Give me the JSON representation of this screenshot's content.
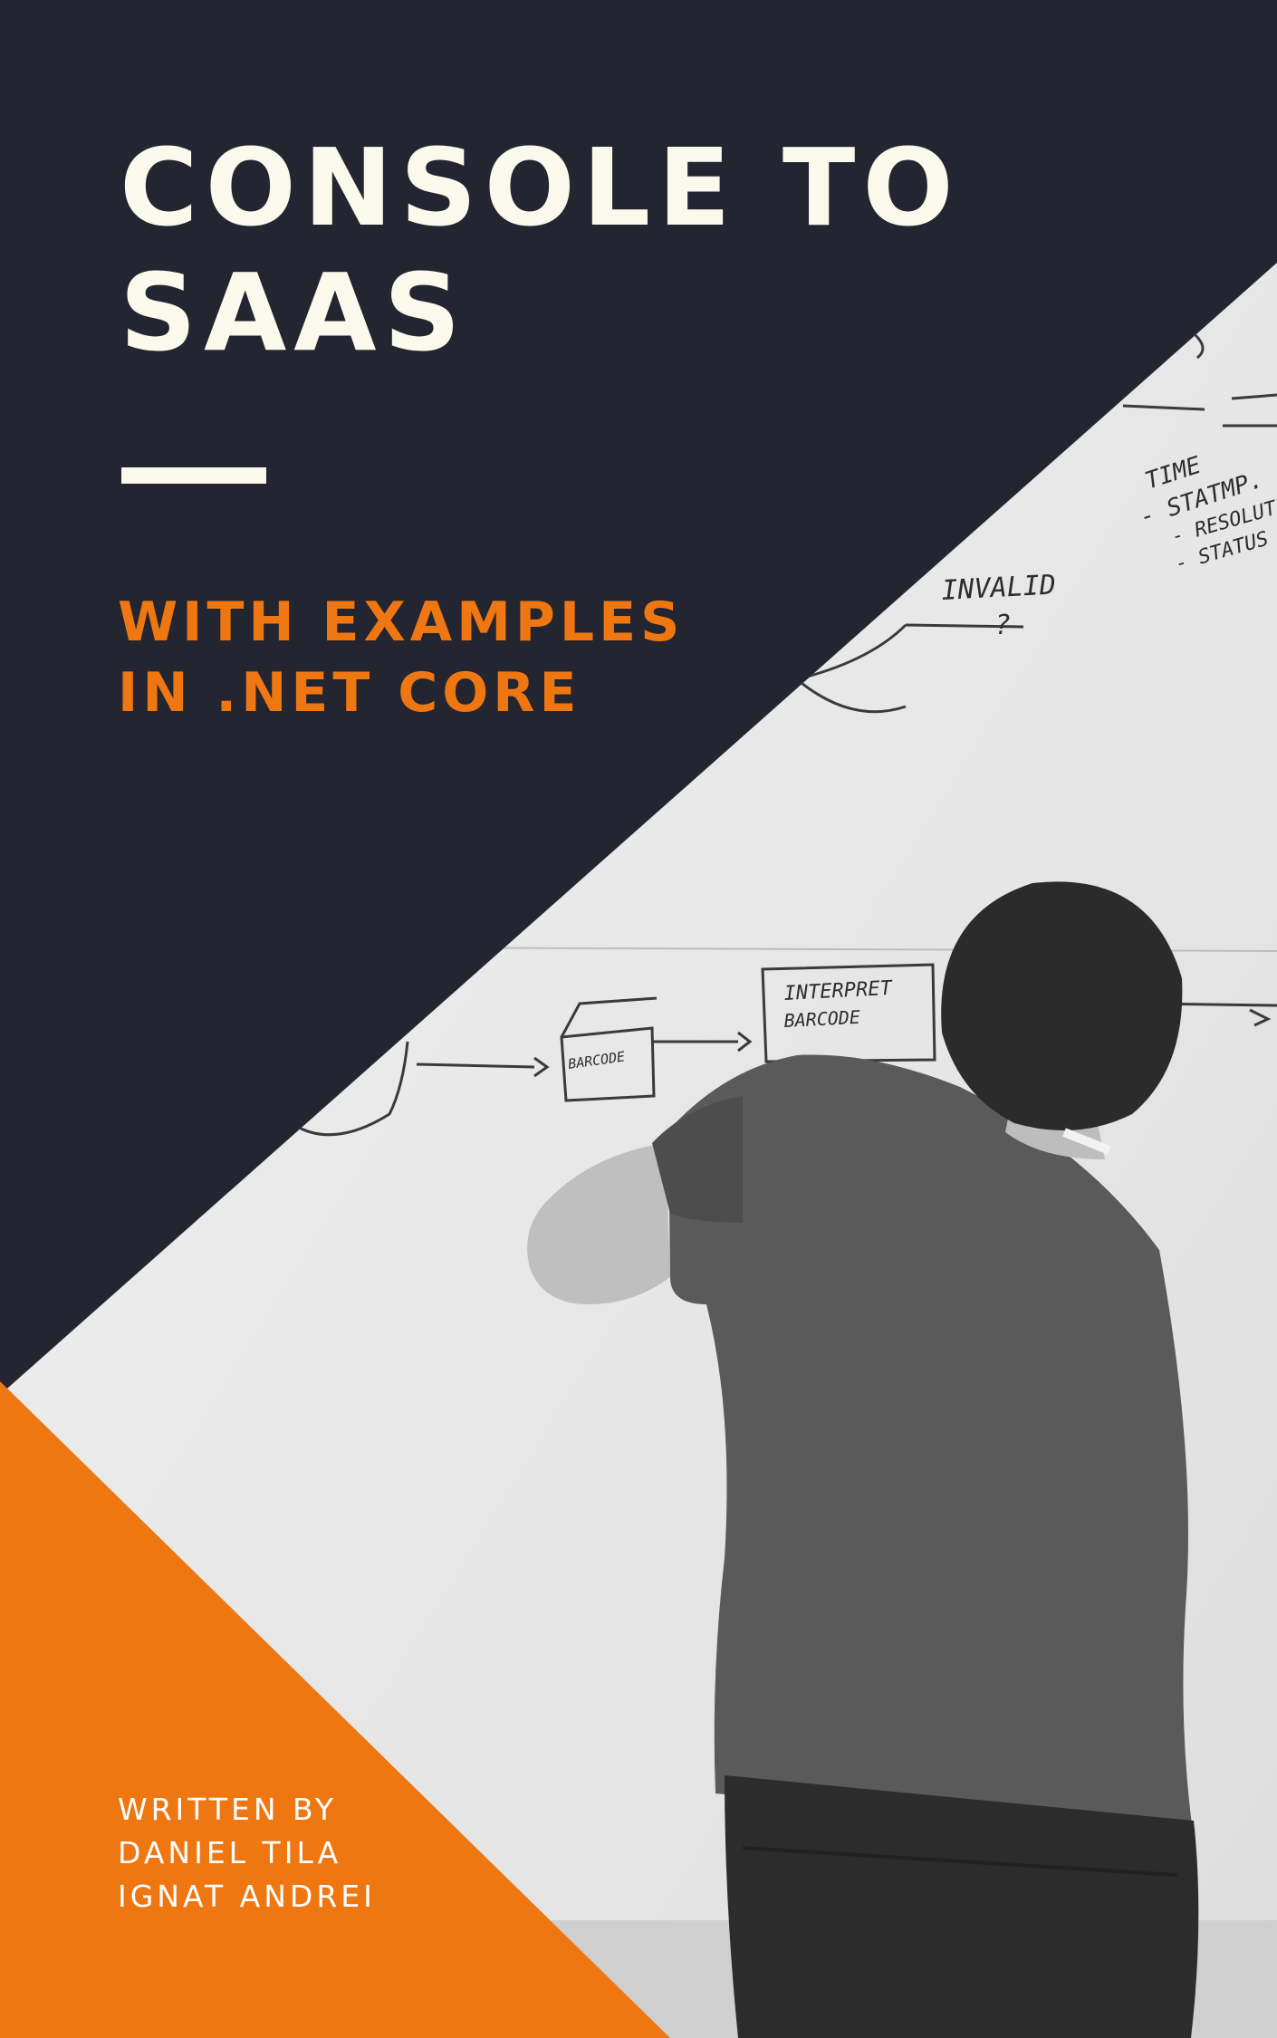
{
  "book": {
    "title_lines": [
      "CONSOLE TO",
      "SAAS"
    ],
    "subtitle_lines": [
      "WITH EXAMPLES",
      "IN .NET CORE"
    ],
    "byline": "WRITTEN BY",
    "authors": [
      "DANIEL TILA",
      "IGNAT ANDREI"
    ]
  },
  "whiteboard": {
    "labels": [
      "TIME",
      "- STATMP.",
      "- RESOLUTION",
      "- STATUS MAP",
      "INVALID",
      "?",
      "INTERPRET",
      "BARCODE",
      "BARCODE"
    ]
  },
  "colors": {
    "background": "#232531",
    "title": "#fbf8ec",
    "accent": "#ef7712",
    "author_text": "#ffffff",
    "whiteboard": "#ececec"
  }
}
